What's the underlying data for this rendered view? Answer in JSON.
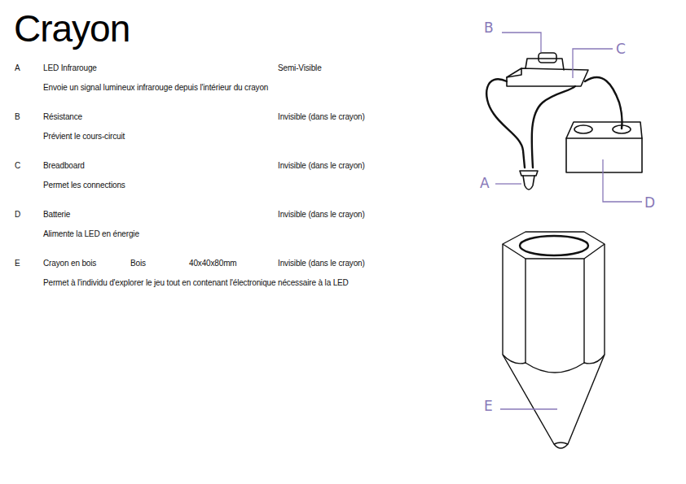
{
  "diagram": {
    "title": "Crayon",
    "labels": [
      "A",
      "LED Infrarouge",
      "Semi-Visible",
      "Envoie un signal lumineux infrarouge depuis l'intérieur du crayon",
      "B",
      "Résistance",
      "Invisible (dans le crayon)",
      "Prévient le cours-circuit",
      "C",
      "Breadboard",
      "Invisible (dans le crayon)",
      "Permet les connections",
      "D",
      "Batterie",
      "Invisible (dans le crayon)",
      "Alimente la LED en énergie",
      "E",
      "Crayon en bois",
      "Bois",
      "40x40x80mm",
      "Invisible (dans le crayon)",
      "Permet à l'individu d'explorer le jeu tout en contenant l'électronique nécessaire à la LED",
      "B",
      "C",
      "A",
      "D",
      "E"
    ]
  }
}
